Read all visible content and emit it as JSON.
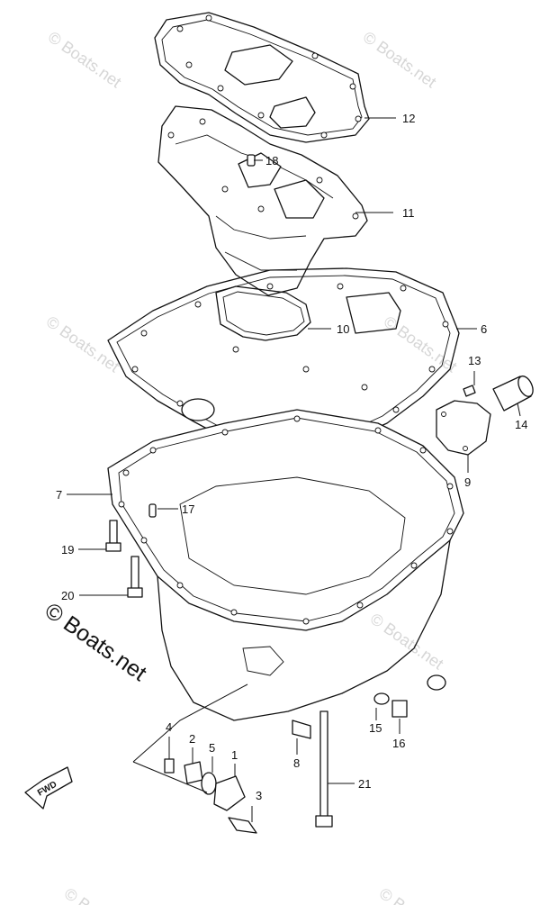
{
  "diagram": {
    "watermark_text": "© Boats.net",
    "fwd_label": "FWD",
    "parts": [
      {
        "id": "p12",
        "label": "12"
      },
      {
        "id": "p18",
        "label": "18"
      },
      {
        "id": "p11",
        "label": "11"
      },
      {
        "id": "p10",
        "label": "10"
      },
      {
        "id": "p6",
        "label": "6"
      },
      {
        "id": "p13",
        "label": "13"
      },
      {
        "id": "p14",
        "label": "14"
      },
      {
        "id": "p9",
        "label": "9"
      },
      {
        "id": "p7",
        "label": "7"
      },
      {
        "id": "p17",
        "label": "17"
      },
      {
        "id": "p19",
        "label": "19"
      },
      {
        "id": "p20",
        "label": "20"
      },
      {
        "id": "p4",
        "label": "4"
      },
      {
        "id": "p2",
        "label": "2"
      },
      {
        "id": "p5",
        "label": "5"
      },
      {
        "id": "p1",
        "label": "1"
      },
      {
        "id": "p3",
        "label": "3"
      },
      {
        "id": "p8",
        "label": "8"
      },
      {
        "id": "p15",
        "label": "15"
      },
      {
        "id": "p16",
        "label": "16"
      },
      {
        "id": "p21",
        "label": "21"
      }
    ]
  }
}
